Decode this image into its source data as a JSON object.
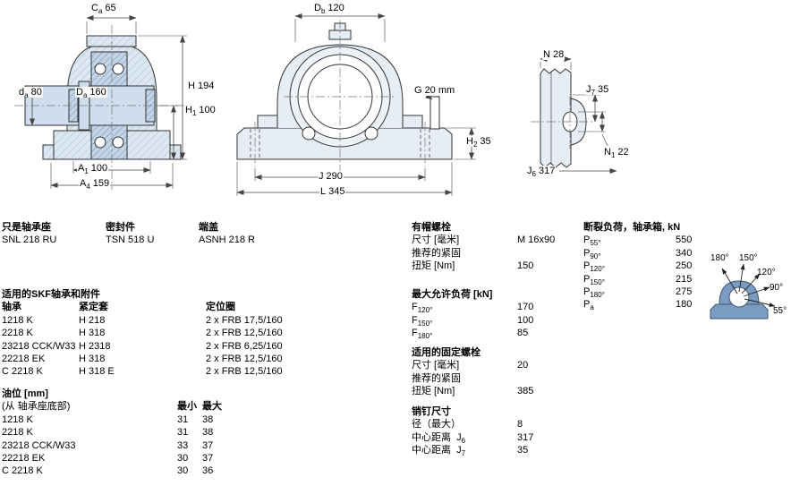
{
  "drawings": {
    "front": {
      "dims": {
        "Ca": {
          "sym": "C",
          "sub": "a",
          "value": "65"
        },
        "da": {
          "sym": "d",
          "sub": "a",
          "value": "80"
        },
        "Da": {
          "sym": "D",
          "sub": "a",
          "value": "160"
        },
        "H": {
          "sym": "H",
          "sub": "",
          "value": "194"
        },
        "H1": {
          "sym": "H",
          "sub": "1",
          "value": "100"
        },
        "A1": {
          "sym": "A",
          "sub": "1",
          "value": "100"
        },
        "A4": {
          "sym": "A",
          "sub": "4",
          "value": "159"
        }
      }
    },
    "side": {
      "dims": {
        "Db": {
          "sym": "D",
          "sub": "b",
          "value": "120"
        },
        "G": {
          "sym": "G",
          "sub": "",
          "value": "20 mm"
        },
        "H2": {
          "sym": "H",
          "sub": "2",
          "value": "35"
        },
        "J": {
          "sym": "J",
          "sub": "",
          "value": "290"
        },
        "L": {
          "sym": "L",
          "sub": "",
          "value": "345"
        }
      }
    },
    "end": {
      "dims": {
        "N": {
          "sym": "N",
          "sub": "",
          "value": "28"
        },
        "J7": {
          "sym": "J",
          "sub": "7",
          "value": "35"
        },
        "N1": {
          "sym": "N",
          "sub": "1",
          "value": "22"
        },
        "J6": {
          "sym": "J",
          "sub": "6",
          "value": "317"
        }
      }
    }
  },
  "pictogram": {
    "angles": [
      "180°",
      "150°",
      "120°",
      "90°",
      "55°"
    ],
    "housing_color": "#7b9cc1"
  },
  "columns": {
    "housing": {
      "title": "只是轴承座",
      "value": "SNL 218 RU"
    },
    "seals": {
      "title": "密封件",
      "value": "TSN 518 U"
    },
    "end_cover": {
      "title": "端盖",
      "value": "ASNH 218 R"
    },
    "bearings": {
      "title": "适用的SKF轴承和附件",
      "headers": [
        "轴承",
        "紧定套",
        "定位圈"
      ],
      "rows": [
        [
          "1218 K",
          "H 218",
          "2 x FRB 17,5/160"
        ],
        [
          "2218 K",
          "H 318",
          "2 x FRB 12,5/160"
        ],
        [
          "23218 CCK/W33",
          "H 2318",
          "2 x FRB 6,25/160"
        ],
        [
          "22218 EK",
          "H 318",
          "2 x FRB 12,5/160"
        ],
        [
          "C 2218 K",
          "H 318 E",
          "2 x FRB 12,5/160"
        ]
      ]
    },
    "oil": {
      "title": "油位 [mm]",
      "note": "(从 轴承座底部)",
      "headers": [
        "最小",
        "最大"
      ],
      "rows": [
        [
          "1218 K",
          "31",
          "38"
        ],
        [
          "2218 K",
          "31",
          "38"
        ],
        [
          "23218 CCK/W33",
          "33",
          "37"
        ],
        [
          "22218 EK",
          "30",
          "37"
        ],
        [
          "C 2218 K",
          "30",
          "36"
        ]
      ]
    },
    "cap_bolts": {
      "title": "有帽螺栓",
      "size_label": "尺寸 [毫米]",
      "size_value": "M 16x90",
      "torque_label1": "推荐的紧固",
      "torque_label2": "扭矩 [Nm]",
      "torque_value": "150"
    },
    "max_load": {
      "title": "最大允许负荷 [kN]",
      "rows": [
        {
          "sym": "F",
          "sub": "120°",
          "value": "170"
        },
        {
          "sym": "F",
          "sub": "150°",
          "value": "100"
        },
        {
          "sym": "F",
          "sub": "180°",
          "value": "85"
        }
      ]
    },
    "fixing_bolts": {
      "title": "适用的固定螺栓",
      "size_label": "尺寸 [毫米]",
      "size_value": "20",
      "torque_label1": "推荐的紧固",
      "torque_label2": "扭矩 [Nm]",
      "torque_value": "385"
    },
    "pins": {
      "title": "销钉尺寸",
      "dia_label": "径（最大）",
      "dia_value": "8",
      "rows": [
        {
          "label": "中心距离",
          "sym": "J",
          "sub": "6",
          "value": "317"
        },
        {
          "label": "中心距离",
          "sym": "J",
          "sub": "7",
          "value": "35"
        }
      ]
    },
    "breaking_loads": {
      "title": "断裂负荷，轴承箱, kN",
      "rows": [
        {
          "sym": "P",
          "sub": "55°",
          "value": "550"
        },
        {
          "sym": "P",
          "sub": "90°",
          "value": "340"
        },
        {
          "sym": "P",
          "sub": "120°",
          "value": "250"
        },
        {
          "sym": "P",
          "sub": "150°",
          "value": "215"
        },
        {
          "sym": "P",
          "sub": "180°",
          "value": "275"
        },
        {
          "sym": "P",
          "sub": "a",
          "value": "180"
        }
      ]
    }
  }
}
